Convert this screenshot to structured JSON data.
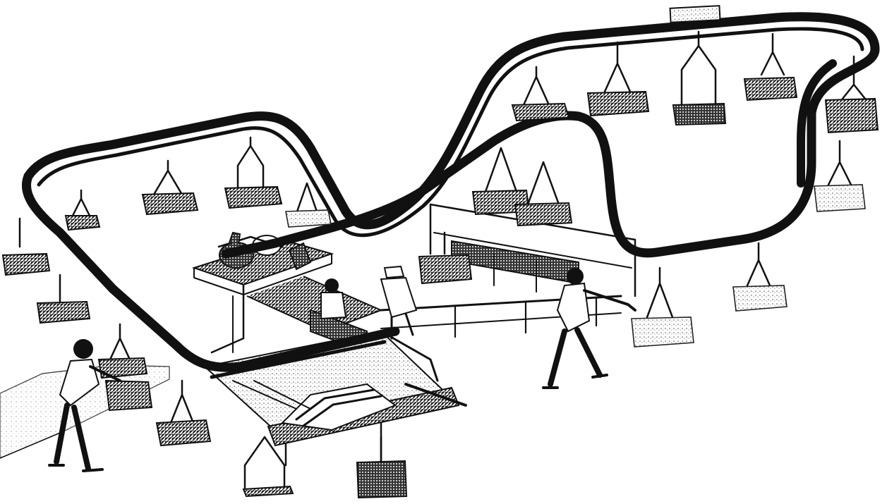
{
  "figure": {
    "subject": "overhead-conveyor",
    "colors": {
      "ink": "#111111",
      "paper": "#ffffff"
    }
  },
  "carriers": {
    "count": 21
  },
  "workers": {
    "count": 4
  }
}
